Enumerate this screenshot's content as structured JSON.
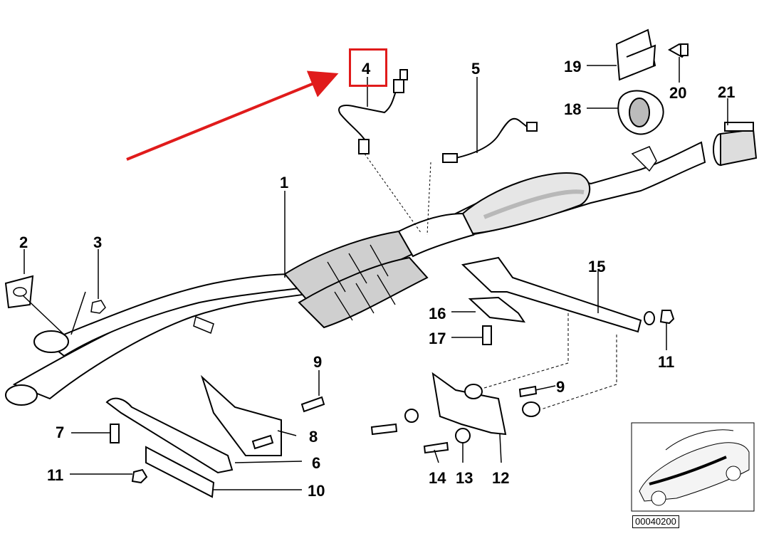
{
  "diagram": {
    "highlighted_part": "4",
    "reference_code": "00040200",
    "callouts": [
      "1",
      "2",
      "3",
      "4",
      "5",
      "6",
      "7",
      "8",
      "9",
      "9",
      "10",
      "11",
      "11",
      "12",
      "13",
      "14",
      "15",
      "16",
      "17",
      "18",
      "19",
      "20",
      "21"
    ],
    "colors": {
      "highlight": "#e01b1b",
      "line": "#000000",
      "fill": "#ffffff",
      "shade": "#b8b8b8"
    }
  }
}
